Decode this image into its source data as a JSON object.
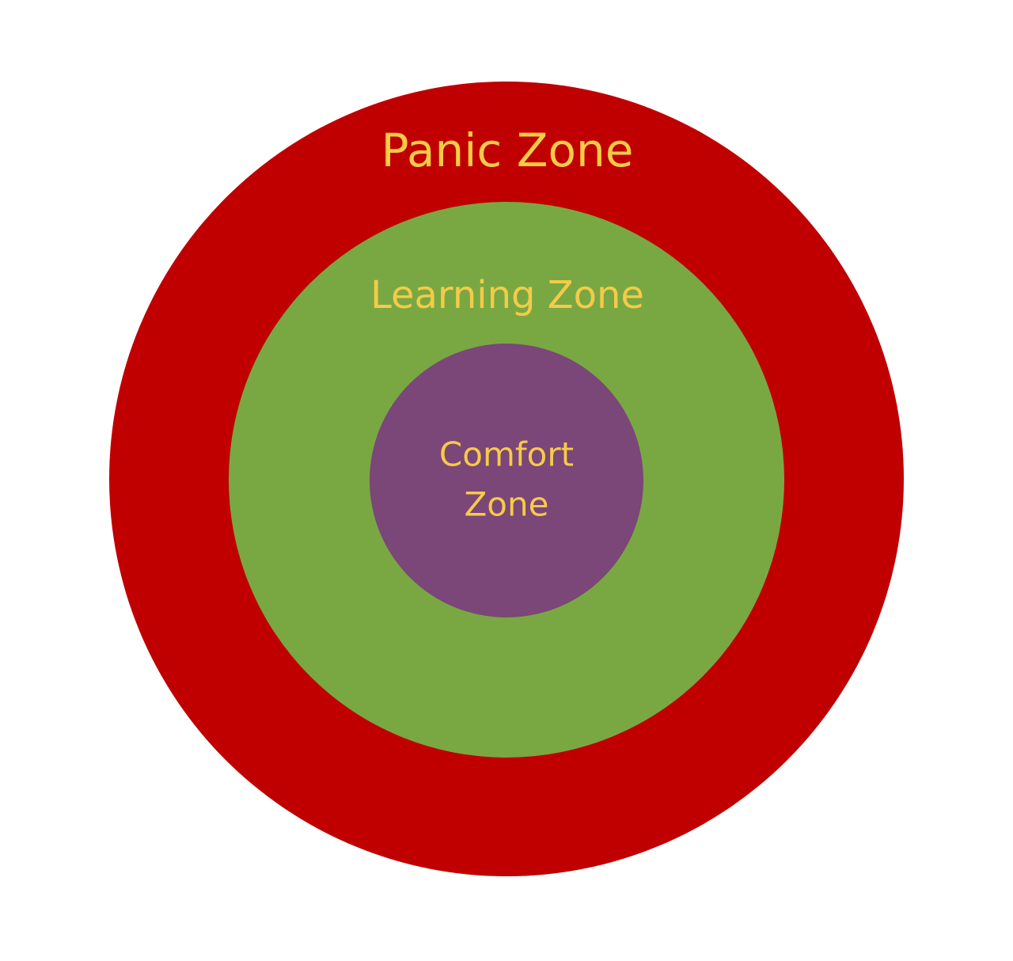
{
  "zones": [
    {
      "label": "Panic Zone",
      "color": "#C00000"
    },
    {
      "label": "Learning Zone",
      "color": "#79A843"
    },
    {
      "label_lines": [
        "Comfort",
        "Zone"
      ],
      "color": "#7B4678"
    }
  ],
  "text_color": "#F5CB47"
}
